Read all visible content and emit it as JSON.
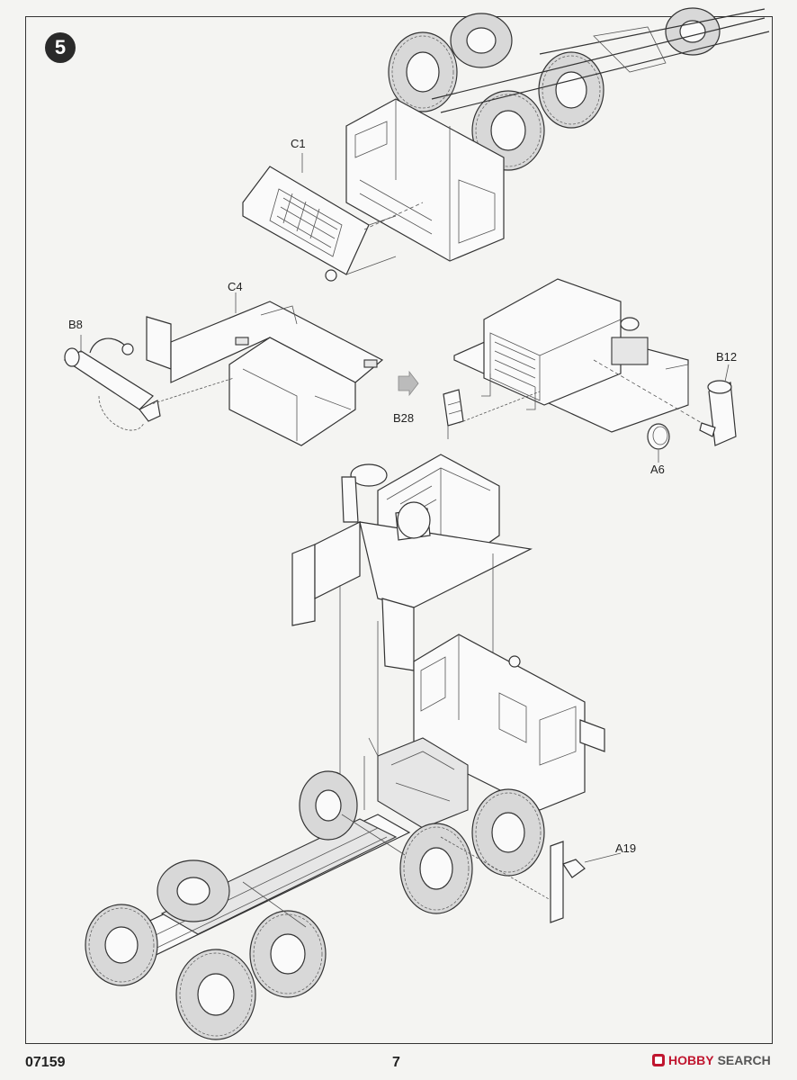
{
  "step_number": "5",
  "part_labels": {
    "c1": "C1",
    "c4": "C4",
    "b8": "B8",
    "b12": "B12",
    "b28": "B28",
    "a6": "A6",
    "a19": "A19"
  },
  "footer": {
    "product_code": "07159",
    "page_number": "7",
    "brand_prefix": "HOBBY",
    "brand_suffix": "SEARCH"
  },
  "colors": {
    "brand_red": "#c0162f",
    "ink": "#333333",
    "paper": "#f4f4f2"
  }
}
